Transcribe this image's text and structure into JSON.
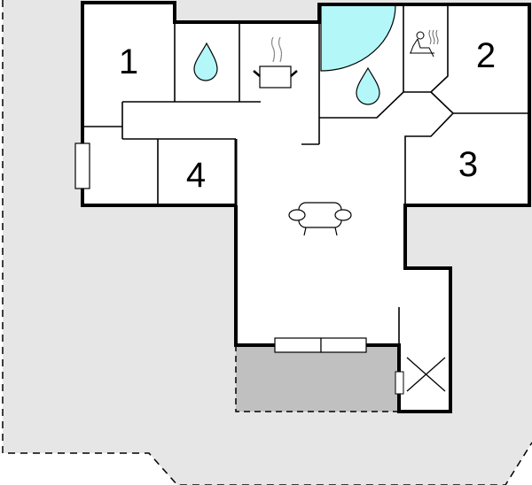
{
  "title": "Floor plan",
  "rooms": [
    {
      "label": "1",
      "type": "bedroom"
    },
    {
      "label": "2",
      "type": "bedroom"
    },
    {
      "label": "3",
      "type": "bedroom"
    },
    {
      "label": "4",
      "type": "bedroom"
    }
  ],
  "icons": [
    "water-drop-icon",
    "cooking-pot-icon",
    "water-drop-icon",
    "sauna-icon",
    "sofa-icon",
    "elevator-cross-icon"
  ],
  "colors": {
    "plot": "#e6e6e6",
    "terrace": "#c0c0c0",
    "pool": "#b3f7f9",
    "wall": "#000000"
  }
}
